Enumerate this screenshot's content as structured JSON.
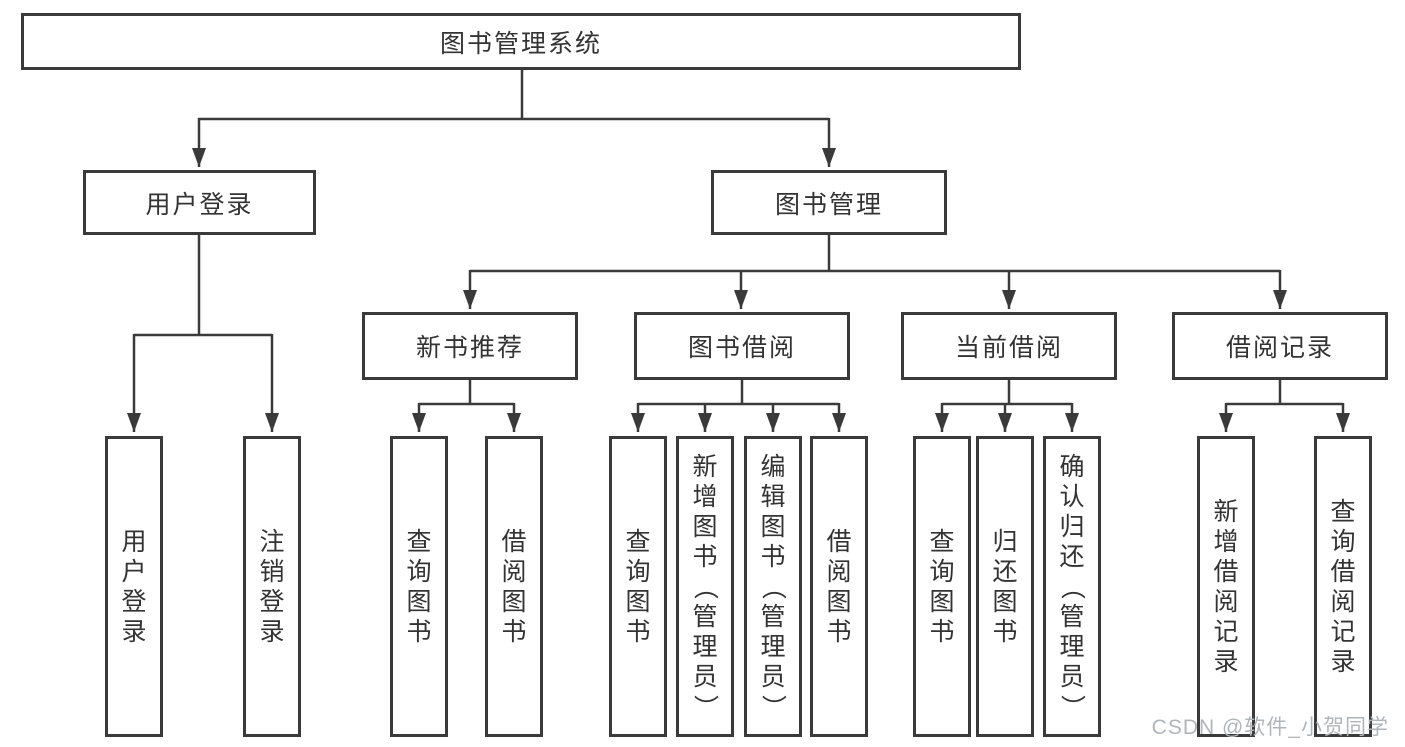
{
  "diagram": {
    "type": "tree",
    "root": {
      "label": "图书管理系统"
    },
    "level2": [
      {
        "label": "用户登录"
      },
      {
        "label": "图书管理"
      }
    ],
    "level3": [
      {
        "label": "新书推荐",
        "parent": "图书管理"
      },
      {
        "label": "图书借阅",
        "parent": "图书管理"
      },
      {
        "label": "当前借阅",
        "parent": "图书管理"
      },
      {
        "label": "借阅记录",
        "parent": "图书管理"
      }
    ],
    "leaves": [
      {
        "label": "用户登录",
        "parent": "用户登录"
      },
      {
        "label": "注销登录",
        "parent": "用户登录"
      },
      {
        "label": "查询图书",
        "parent": "新书推荐"
      },
      {
        "label": "借阅图书",
        "parent": "新书推荐"
      },
      {
        "label": "查询图书",
        "parent": "图书借阅"
      },
      {
        "label": "新增图书（管理员）",
        "parent": "图书借阅"
      },
      {
        "label": "编辑图书（管理员）",
        "parent": "图书借阅"
      },
      {
        "label": "借阅图书",
        "parent": "图书借阅"
      },
      {
        "label": "查询图书",
        "parent": "当前借阅"
      },
      {
        "label": "归还图书",
        "parent": "当前借阅"
      },
      {
        "label": "确认归还（管理员）",
        "parent": "当前借阅"
      },
      {
        "label": "新增借阅记录",
        "parent": "借阅记录"
      },
      {
        "label": "查询借阅记录",
        "parent": "借阅记录"
      }
    ]
  },
  "watermark": {
    "text": "CSDN @软件_小贺同学"
  },
  "colors": {
    "line": "#3a3a3a",
    "border": "#3a3a3a",
    "text": "#333333",
    "watermark": "#b0b5ba",
    "background": "#ffffff"
  }
}
